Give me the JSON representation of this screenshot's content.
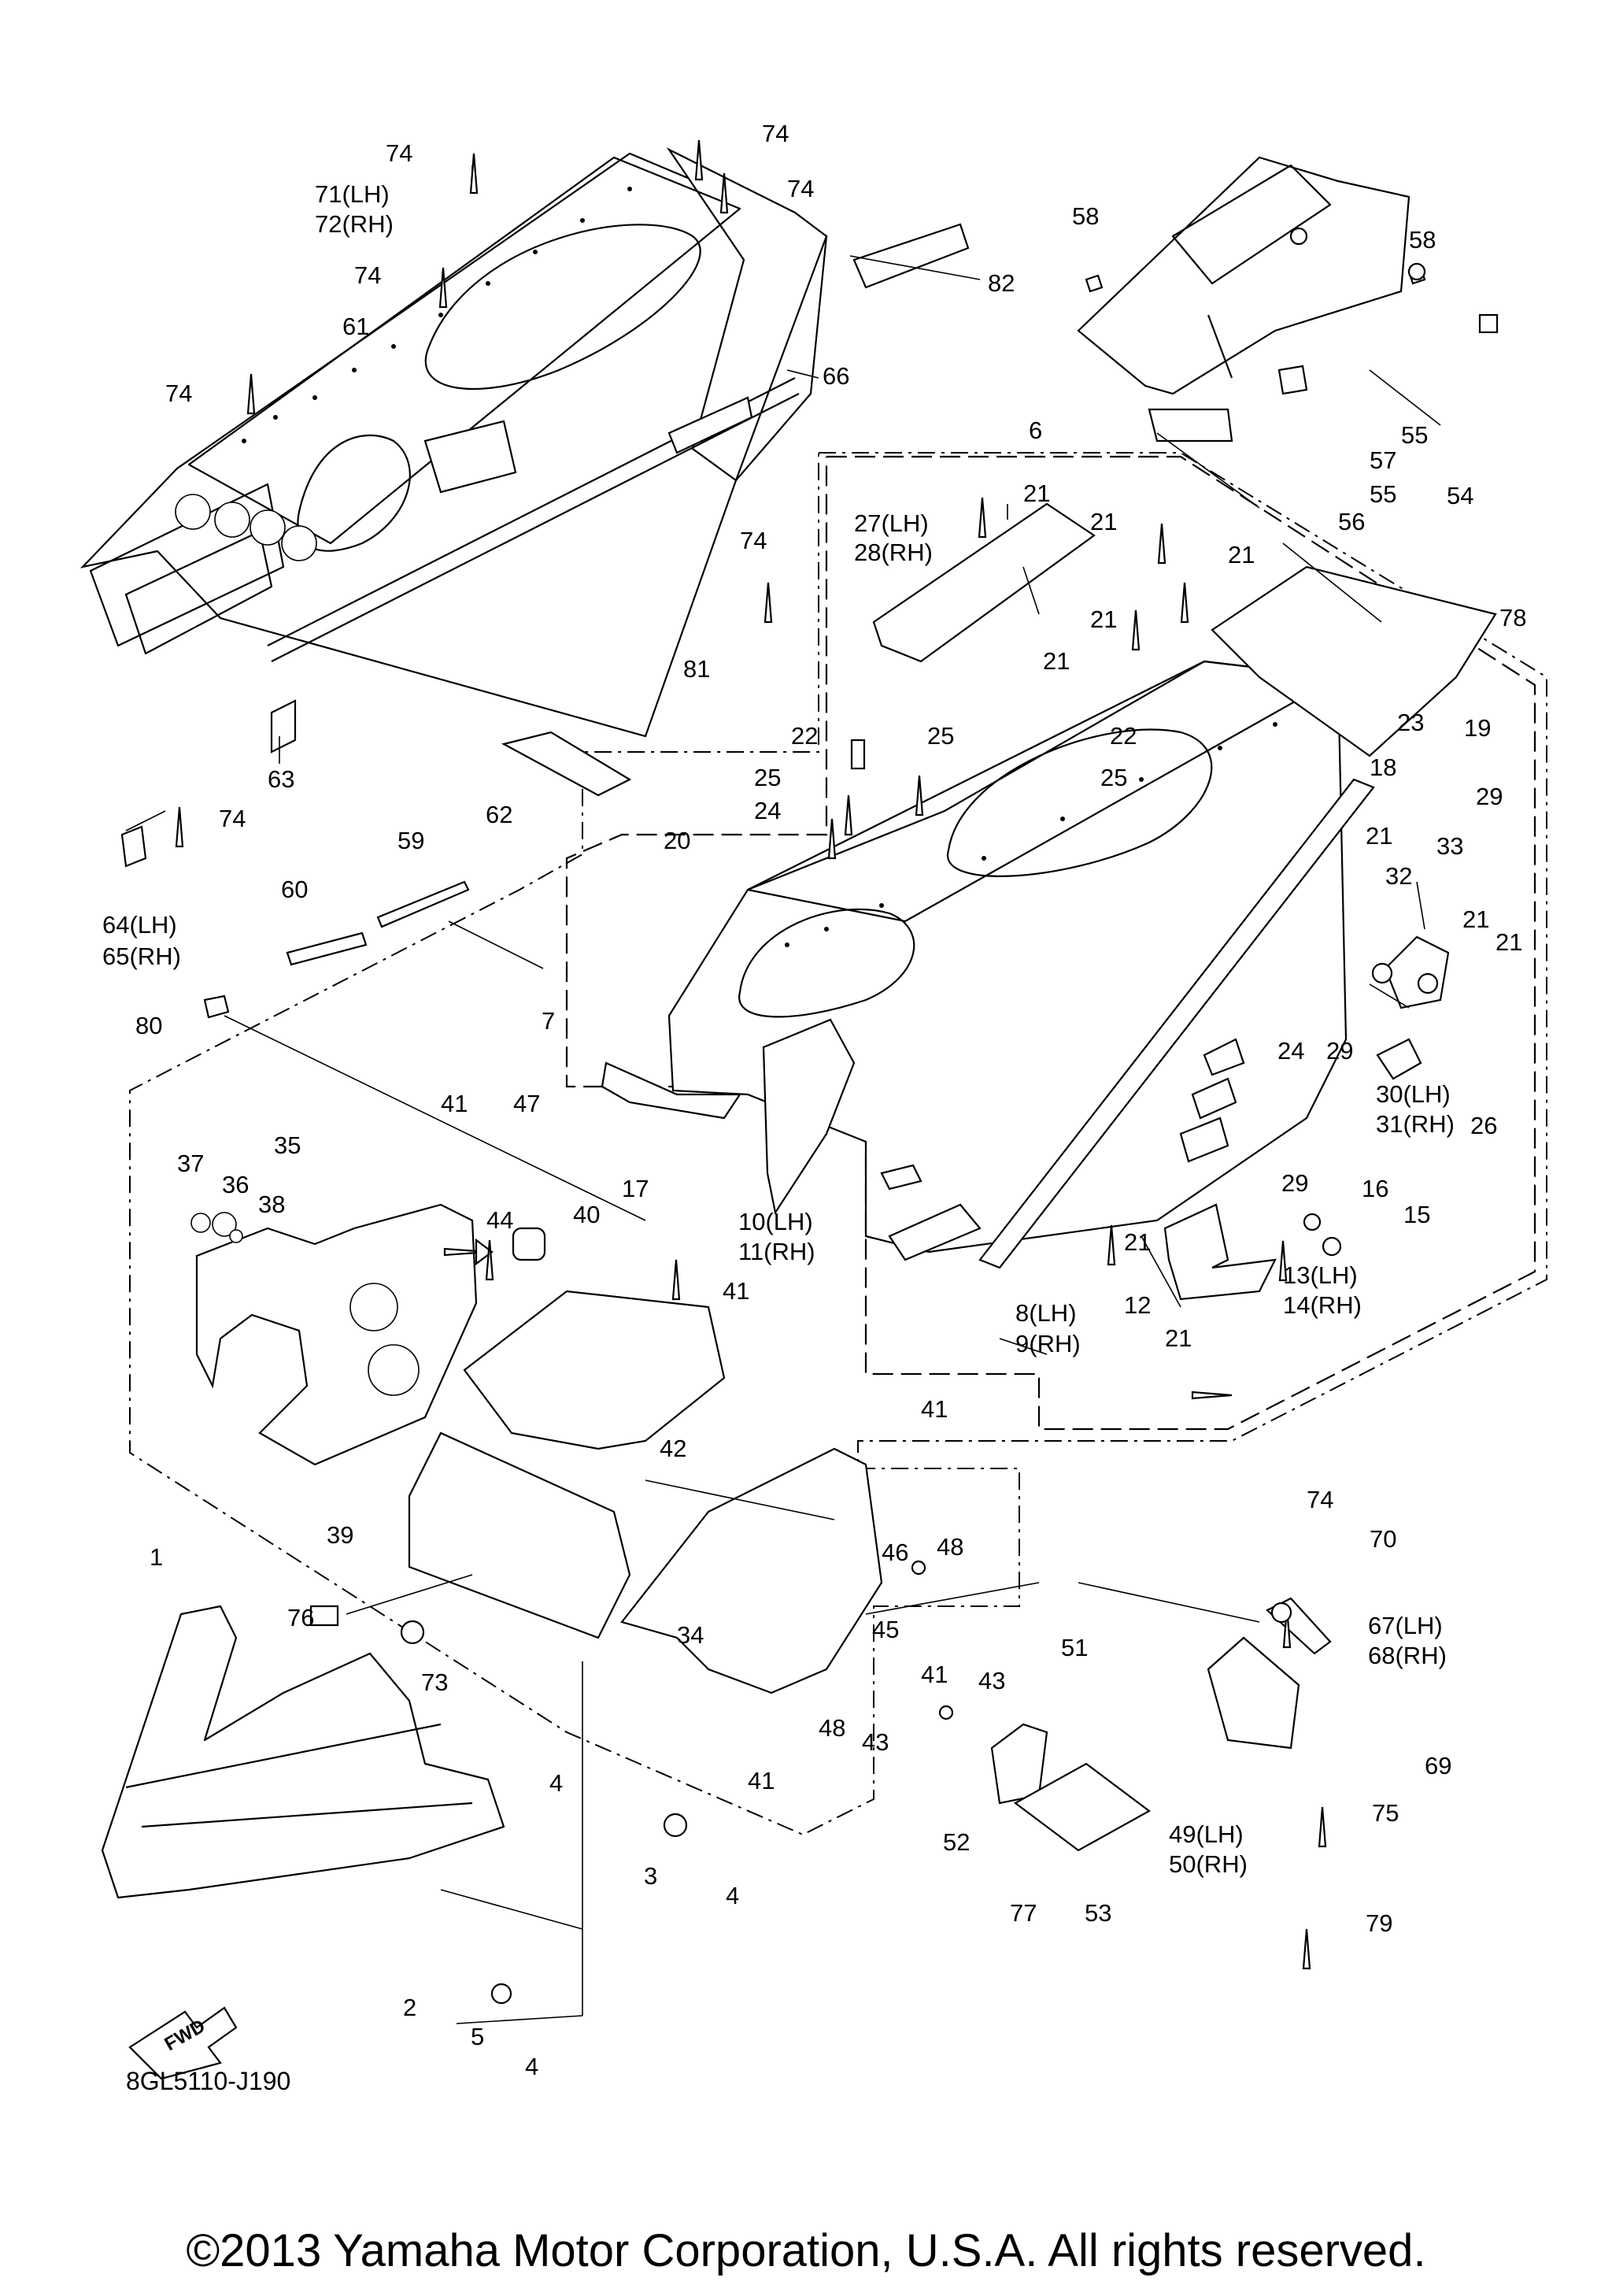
{
  "diagram": {
    "code": "8GL5110-J190",
    "copyright": "©2013 Yamaha Motor Corporation, U.S.A. All rights reserved.",
    "fwd_label": "FWD",
    "labels": [
      {
        "id": "l74a",
        "text": "74"
      },
      {
        "id": "l74b",
        "text": "74"
      },
      {
        "id": "l74c",
        "text": "74"
      },
      {
        "id": "l71",
        "text": "71(LH)"
      },
      {
        "id": "l72",
        "text": "72(RH)"
      },
      {
        "id": "l74d",
        "text": "74"
      },
      {
        "id": "l61",
        "text": "61"
      },
      {
        "id": "l82",
        "text": "82"
      },
      {
        "id": "l66",
        "text": "66"
      },
      {
        "id": "l74e",
        "text": "74"
      },
      {
        "id": "l58a",
        "text": "58"
      },
      {
        "id": "l58b",
        "text": "58"
      },
      {
        "id": "l55a",
        "text": "55"
      },
      {
        "id": "l57",
        "text": "57"
      },
      {
        "id": "l55b",
        "text": "55"
      },
      {
        "id": "l54",
        "text": "54"
      },
      {
        "id": "l56",
        "text": "56"
      },
      {
        "id": "l6",
        "text": "6"
      },
      {
        "id": "l21a",
        "text": "21"
      },
      {
        "id": "l27",
        "text": "27(LH)"
      },
      {
        "id": "l28",
        "text": "28(RH)"
      },
      {
        "id": "l21b",
        "text": "21"
      },
      {
        "id": "l21c",
        "text": "21"
      },
      {
        "id": "l74f",
        "text": "74"
      },
      {
        "id": "l21d",
        "text": "21"
      },
      {
        "id": "l21e",
        "text": "21"
      },
      {
        "id": "l78",
        "text": "78"
      },
      {
        "id": "l81",
        "text": "81"
      },
      {
        "id": "l23",
        "text": "23"
      },
      {
        "id": "l19",
        "text": "19"
      },
      {
        "id": "l22a",
        "text": "22"
      },
      {
        "id": "l25a",
        "text": "25"
      },
      {
        "id": "l22b",
        "text": "22"
      },
      {
        "id": "l18",
        "text": "18"
      },
      {
        "id": "l63",
        "text": "63"
      },
      {
        "id": "l25b",
        "text": "25"
      },
      {
        "id": "l25c",
        "text": "25"
      },
      {
        "id": "l29a",
        "text": "29"
      },
      {
        "id": "l74g",
        "text": "74"
      },
      {
        "id": "l24a",
        "text": "24"
      },
      {
        "id": "l62",
        "text": "62"
      },
      {
        "id": "l21f",
        "text": "21"
      },
      {
        "id": "l33",
        "text": "33"
      },
      {
        "id": "l59",
        "text": "59"
      },
      {
        "id": "l20",
        "text": "20"
      },
      {
        "id": "l32",
        "text": "32"
      },
      {
        "id": "l21g",
        "text": "21"
      },
      {
        "id": "l21h",
        "text": "21"
      },
      {
        "id": "l64",
        "text": "64(LH)"
      },
      {
        "id": "l65",
        "text": "65(RH)"
      },
      {
        "id": "l60",
        "text": "60"
      },
      {
        "id": "l80",
        "text": "80"
      },
      {
        "id": "l7",
        "text": "7"
      },
      {
        "id": "l24b",
        "text": "24"
      },
      {
        "id": "l29b",
        "text": "29"
      },
      {
        "id": "l30",
        "text": "30(LH)"
      },
      {
        "id": "l31",
        "text": "31(RH)"
      },
      {
        "id": "l26",
        "text": "26"
      },
      {
        "id": "l41a",
        "text": "41"
      },
      {
        "id": "l47",
        "text": "47"
      },
      {
        "id": "l35",
        "text": "35"
      },
      {
        "id": "l37",
        "text": "37"
      },
      {
        "id": "l36",
        "text": "36"
      },
      {
        "id": "l38",
        "text": "38"
      },
      {
        "id": "l17",
        "text": "17"
      },
      {
        "id": "l29c",
        "text": "29"
      },
      {
        "id": "l16",
        "text": "16"
      },
      {
        "id": "l15",
        "text": "15"
      },
      {
        "id": "l10",
        "text": "10(LH)"
      },
      {
        "id": "l11",
        "text": "11(RH)"
      },
      {
        "id": "l40",
        "text": "40"
      },
      {
        "id": "l44",
        "text": "44"
      },
      {
        "id": "l21i",
        "text": "21"
      },
      {
        "id": "l13",
        "text": "13(LH)"
      },
      {
        "id": "l14",
        "text": "14(RH)"
      },
      {
        "id": "l41b",
        "text": "41"
      },
      {
        "id": "l8",
        "text": "8(LH)"
      },
      {
        "id": "l9",
        "text": "9(RH)"
      },
      {
        "id": "l12",
        "text": "12"
      },
      {
        "id": "l21j",
        "text": "21"
      },
      {
        "id": "l41c",
        "text": "41"
      },
      {
        "id": "l42",
        "text": "42"
      },
      {
        "id": "l39",
        "text": "39"
      },
      {
        "id": "l46",
        "text": "46"
      },
      {
        "id": "l48a",
        "text": "48"
      },
      {
        "id": "l74h",
        "text": "74"
      },
      {
        "id": "l70",
        "text": "70"
      },
      {
        "id": "l1",
        "text": "1"
      },
      {
        "id": "l51",
        "text": "51"
      },
      {
        "id": "l76",
        "text": "76"
      },
      {
        "id": "l34",
        "text": "34"
      },
      {
        "id": "l45",
        "text": "45"
      },
      {
        "id": "l67",
        "text": "67(LH)"
      },
      {
        "id": "l68",
        "text": "68(RH)"
      },
      {
        "id": "l41d",
        "text": "41"
      },
      {
        "id": "l43a",
        "text": "43"
      },
      {
        "id": "l73",
        "text": "73"
      },
      {
        "id": "l48b",
        "text": "48"
      },
      {
        "id": "l43b",
        "text": "43"
      },
      {
        "id": "l69",
        "text": "69"
      },
      {
        "id": "l41e",
        "text": "41"
      },
      {
        "id": "l4a",
        "text": "4"
      },
      {
        "id": "l75",
        "text": "75"
      },
      {
        "id": "l49",
        "text": "49(LH)"
      },
      {
        "id": "l50",
        "text": "50(RH)"
      },
      {
        "id": "l52",
        "text": "52"
      },
      {
        "id": "l3",
        "text": "3"
      },
      {
        "id": "l4b",
        "text": "4"
      },
      {
        "id": "l53",
        "text": "53"
      },
      {
        "id": "l77",
        "text": "77"
      },
      {
        "id": "l79",
        "text": "79"
      },
      {
        "id": "l2",
        "text": "2"
      },
      {
        "id": "l5",
        "text": "5"
      },
      {
        "id": "l4c",
        "text": "4"
      }
    ]
  }
}
